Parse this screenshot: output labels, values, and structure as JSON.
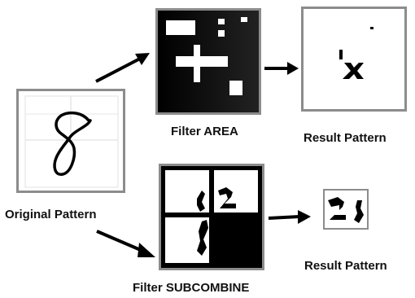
{
  "labels": {
    "original": "Original Pattern",
    "filter_area": "Filter AREA",
    "result_area": "Result Pattern",
    "filter_subcombine": "Filter SUBCOMBINE",
    "result_subcombine": "Result Pattern"
  },
  "colors": {
    "frame": "#8c8c8c",
    "ink": "#000000",
    "paper": "#ffffff",
    "grid_lines": "#d0d0d0"
  }
}
